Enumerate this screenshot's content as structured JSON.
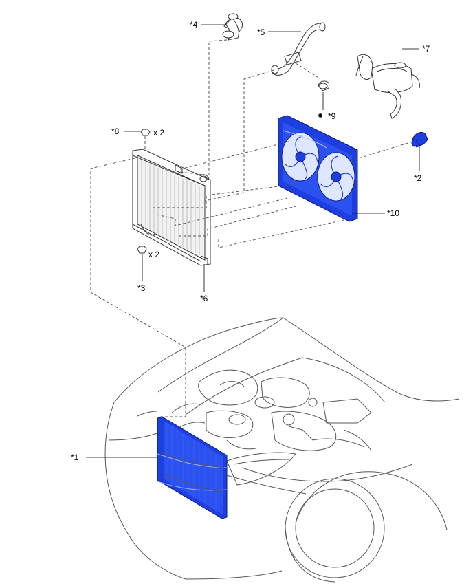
{
  "callouts": {
    "c1": "*1",
    "c2": "*2",
    "c3": "*3",
    "c4": "*4",
    "c5": "*5",
    "c6": "*6",
    "c7": "*7",
    "c8": "*8",
    "c9": "*9",
    "c10": "*10"
  },
  "quantities": {
    "q8": "x 2",
    "q3": "x 2"
  },
  "colors": {
    "highlight": "#1d3fe0",
    "line": "#333333"
  }
}
